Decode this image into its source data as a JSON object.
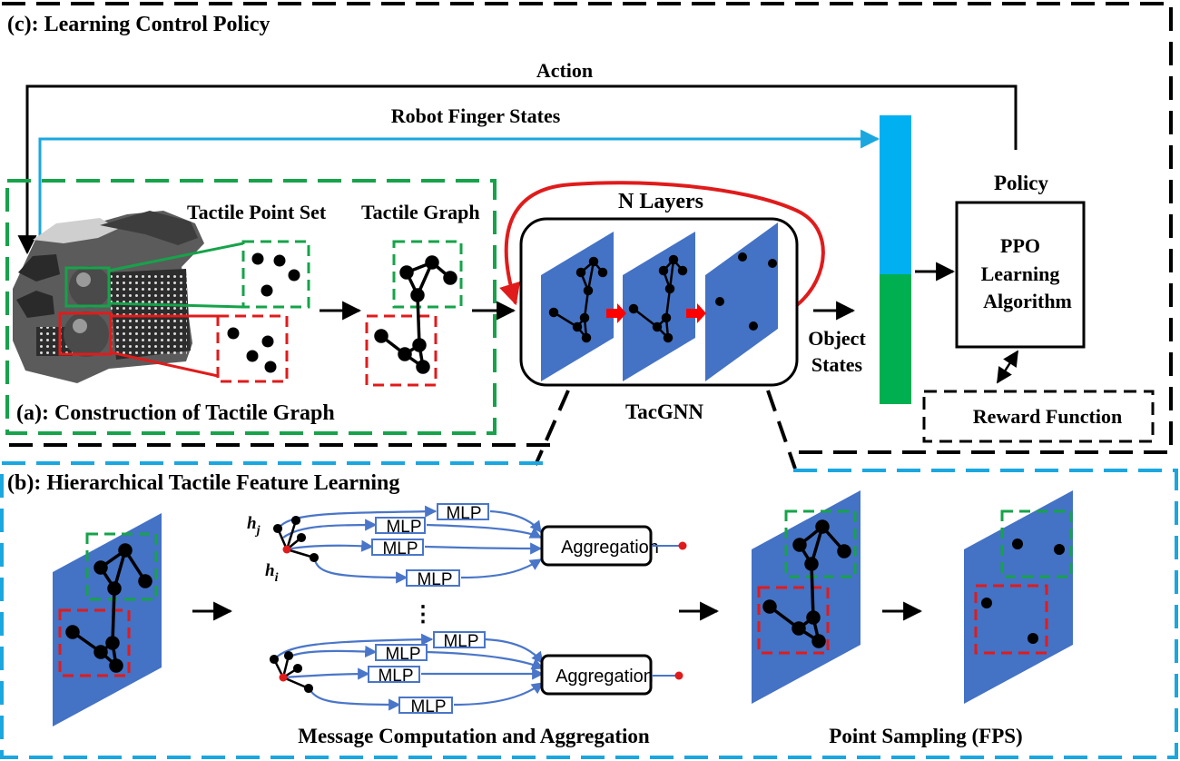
{
  "section_c": {
    "title": "(c): Learning Control Policy",
    "action_label": "Action",
    "finger_states_label": "Robot Finger States",
    "policy_label": "Policy",
    "ppo_line1": "PPO",
    "ppo_line2": "Learning",
    "ppo_line3": "Algorithm",
    "reward_label": "Reward Function",
    "object_states_line1": "Object",
    "object_states_line2": "States"
  },
  "section_a": {
    "title": "(a): Construction of Tactile Graph",
    "point_set_label": "Tactile Point Set",
    "graph_label": "Tactile Graph"
  },
  "tacgnn": {
    "n_layers_label": "N Layers",
    "name": "TacGNN"
  },
  "section_b": {
    "title": "(b): Hierarchical Tactile Feature Learning",
    "hj_label": "h",
    "hj_sub": "j",
    "hi_label": "h",
    "hi_sub": "i",
    "mlp_label": "MLP",
    "aggregation_label": "Aggregation",
    "ellipsis": "⋮",
    "message_caption": "Message Computation and Aggregation",
    "sampling_caption": "Point Sampling (FPS)"
  },
  "colors": {
    "black": "#000000",
    "blue_arrow": "#1aa7e0",
    "green_dash": "#16a34a",
    "red_dash": "#e01b1b",
    "plane_blue": "#4472c4",
    "flow_blue": "#4a76c9",
    "state_blue": "#00b0f0",
    "state_green": "#00b050",
    "red_arrow": "#ff0000",
    "section_b_dash": "#1aa7e0"
  }
}
